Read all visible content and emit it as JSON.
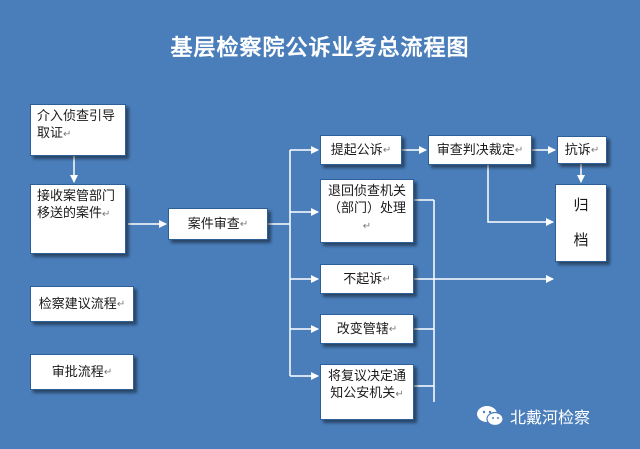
{
  "title": "基层检察院公诉业务总流程图",
  "boxes": {
    "intro_investigation": "介入侦查引导取证",
    "receive_case": "接收案管部门移送的案件",
    "procuratorial_suggestion": "检察建议流程",
    "approval_process": "审批流程",
    "case_review": "案件审查",
    "file_prosecution": "提起公诉",
    "return_investigation": "退回侦查机关（部门）处理",
    "non_prosecution": "不起诉",
    "change_jurisdiction": "改变管辖",
    "reconsideration_notice": "将复议决定通知公安机关",
    "trial_judgment": "审查判决裁定",
    "protest": "抗诉",
    "archive_top": "归",
    "archive_bottom": "档"
  },
  "watermark": {
    "text": "北戴河检察",
    "icon": "wechat-icon"
  },
  "colors": {
    "background": "#4a7ebb",
    "box_fill": "#ffffff",
    "connector": "#ffffff"
  }
}
